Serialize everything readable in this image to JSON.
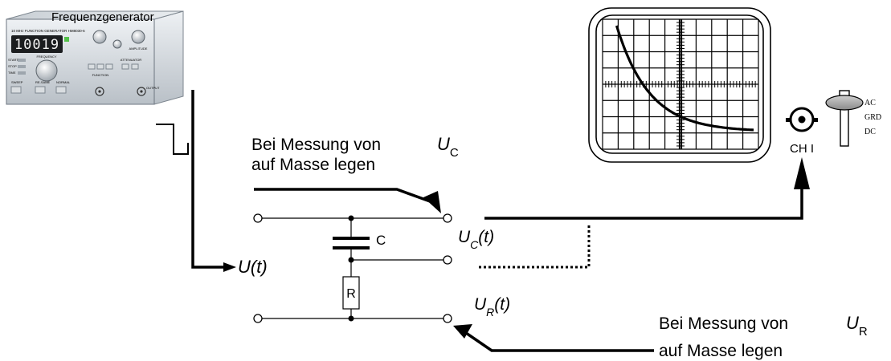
{
  "generator": {
    "title": "Frequenzgenerator",
    "display": "10019",
    "panel_text": "10 MHz FUNCTION GENERATOR HM8030-6",
    "knob_frequency": "FREQUENCY",
    "knob_amplitude": "AMPLITUDE",
    "section_function": "FUNCTION",
    "section_attenuator": "ATTENUATOR",
    "buttons": [
      "START",
      "STOP",
      "TIME"
    ],
    "bottom_buttons": [
      "SWEEP",
      "RE-SAME",
      "NORMAL"
    ],
    "output": "OUTPUT"
  },
  "circuit": {
    "input_label": {
      "sym": "U(t)"
    },
    "capacitor": "C",
    "resistor": "R",
    "uc": {
      "base": "U",
      "sub": "C",
      "arg": "(t)"
    },
    "ur": {
      "base": "U",
      "sub": "R",
      "arg": "(t)"
    }
  },
  "notes": {
    "measure_uc": {
      "line1": "Bei Messung von",
      "sym_base": "U",
      "sym_sub": "C",
      "line2": "auf Masse legen"
    },
    "measure_ur": {
      "line1": "Bei Messung von",
      "sym_base": "U",
      "sym_sub": "R",
      "line2": "auf Masse legen"
    }
  },
  "oscilloscope": {
    "channel_label": "CH I",
    "coupling_options": [
      "AC",
      "GRD",
      "DC"
    ],
    "trace": "exponential-decay"
  }
}
